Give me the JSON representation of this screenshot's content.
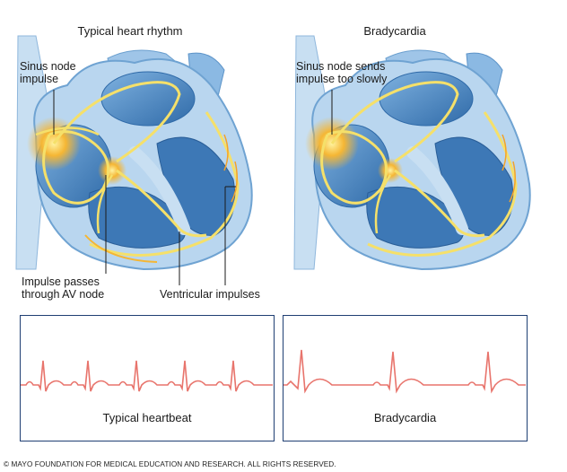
{
  "panels": {
    "left": {
      "title": "Typical heart rhythm",
      "labels": {
        "sinus": "Sinus node\nimpulse",
        "av": "Impulse passes\nthrough AV node",
        "ventricular": "Ventricular impulses"
      }
    },
    "right": {
      "title": "Bradycardia",
      "labels": {
        "sinus": "Sinus node sends\nimpulse too slowly"
      }
    }
  },
  "ecg": {
    "left_label": "Typical heartbeat",
    "right_label": "Bradycardia",
    "color": "#e8746c",
    "border_color": "#1f3f73"
  },
  "colors": {
    "heart_light": "#b9d6ef",
    "heart_mid": "#5f9ad0",
    "heart_dark": "#2f6aa8",
    "impulse": "#f5e06a",
    "glow": "#f3a22a"
  },
  "copyright": "© MAYO FOUNDATION FOR MEDICAL EDUCATION AND RESEARCH. ALL RIGHTS RESERVED."
}
